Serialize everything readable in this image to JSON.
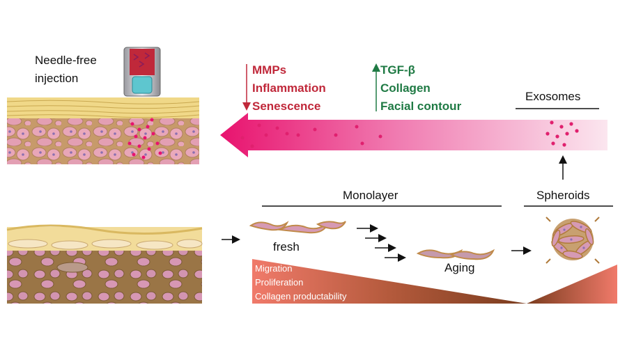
{
  "labels": {
    "needle_free_line1": "Needle-free",
    "needle_free_line2": "injection",
    "exosomes": "Exosomes",
    "monolayer": "Monolayer",
    "spheroids": "Spheroids",
    "fresh": "fresh",
    "aging": "Aging"
  },
  "down_effects": [
    "MMPs",
    "Inflammation",
    "Senescence"
  ],
  "up_effects": [
    "TGF-β",
    "Collagen",
    "Facial contour"
  ],
  "capacity_labels": [
    "Migration",
    "Proliferation",
    "Collagen productability"
  ],
  "colors": {
    "down_text": "#c0283a",
    "up_text": "#1f7a44",
    "exosome_dot": "#e0206e",
    "arrow_pink": "#e8136e",
    "wedge_dark": "#8a4a22",
    "wedge_light": "#f07a6a"
  }
}
